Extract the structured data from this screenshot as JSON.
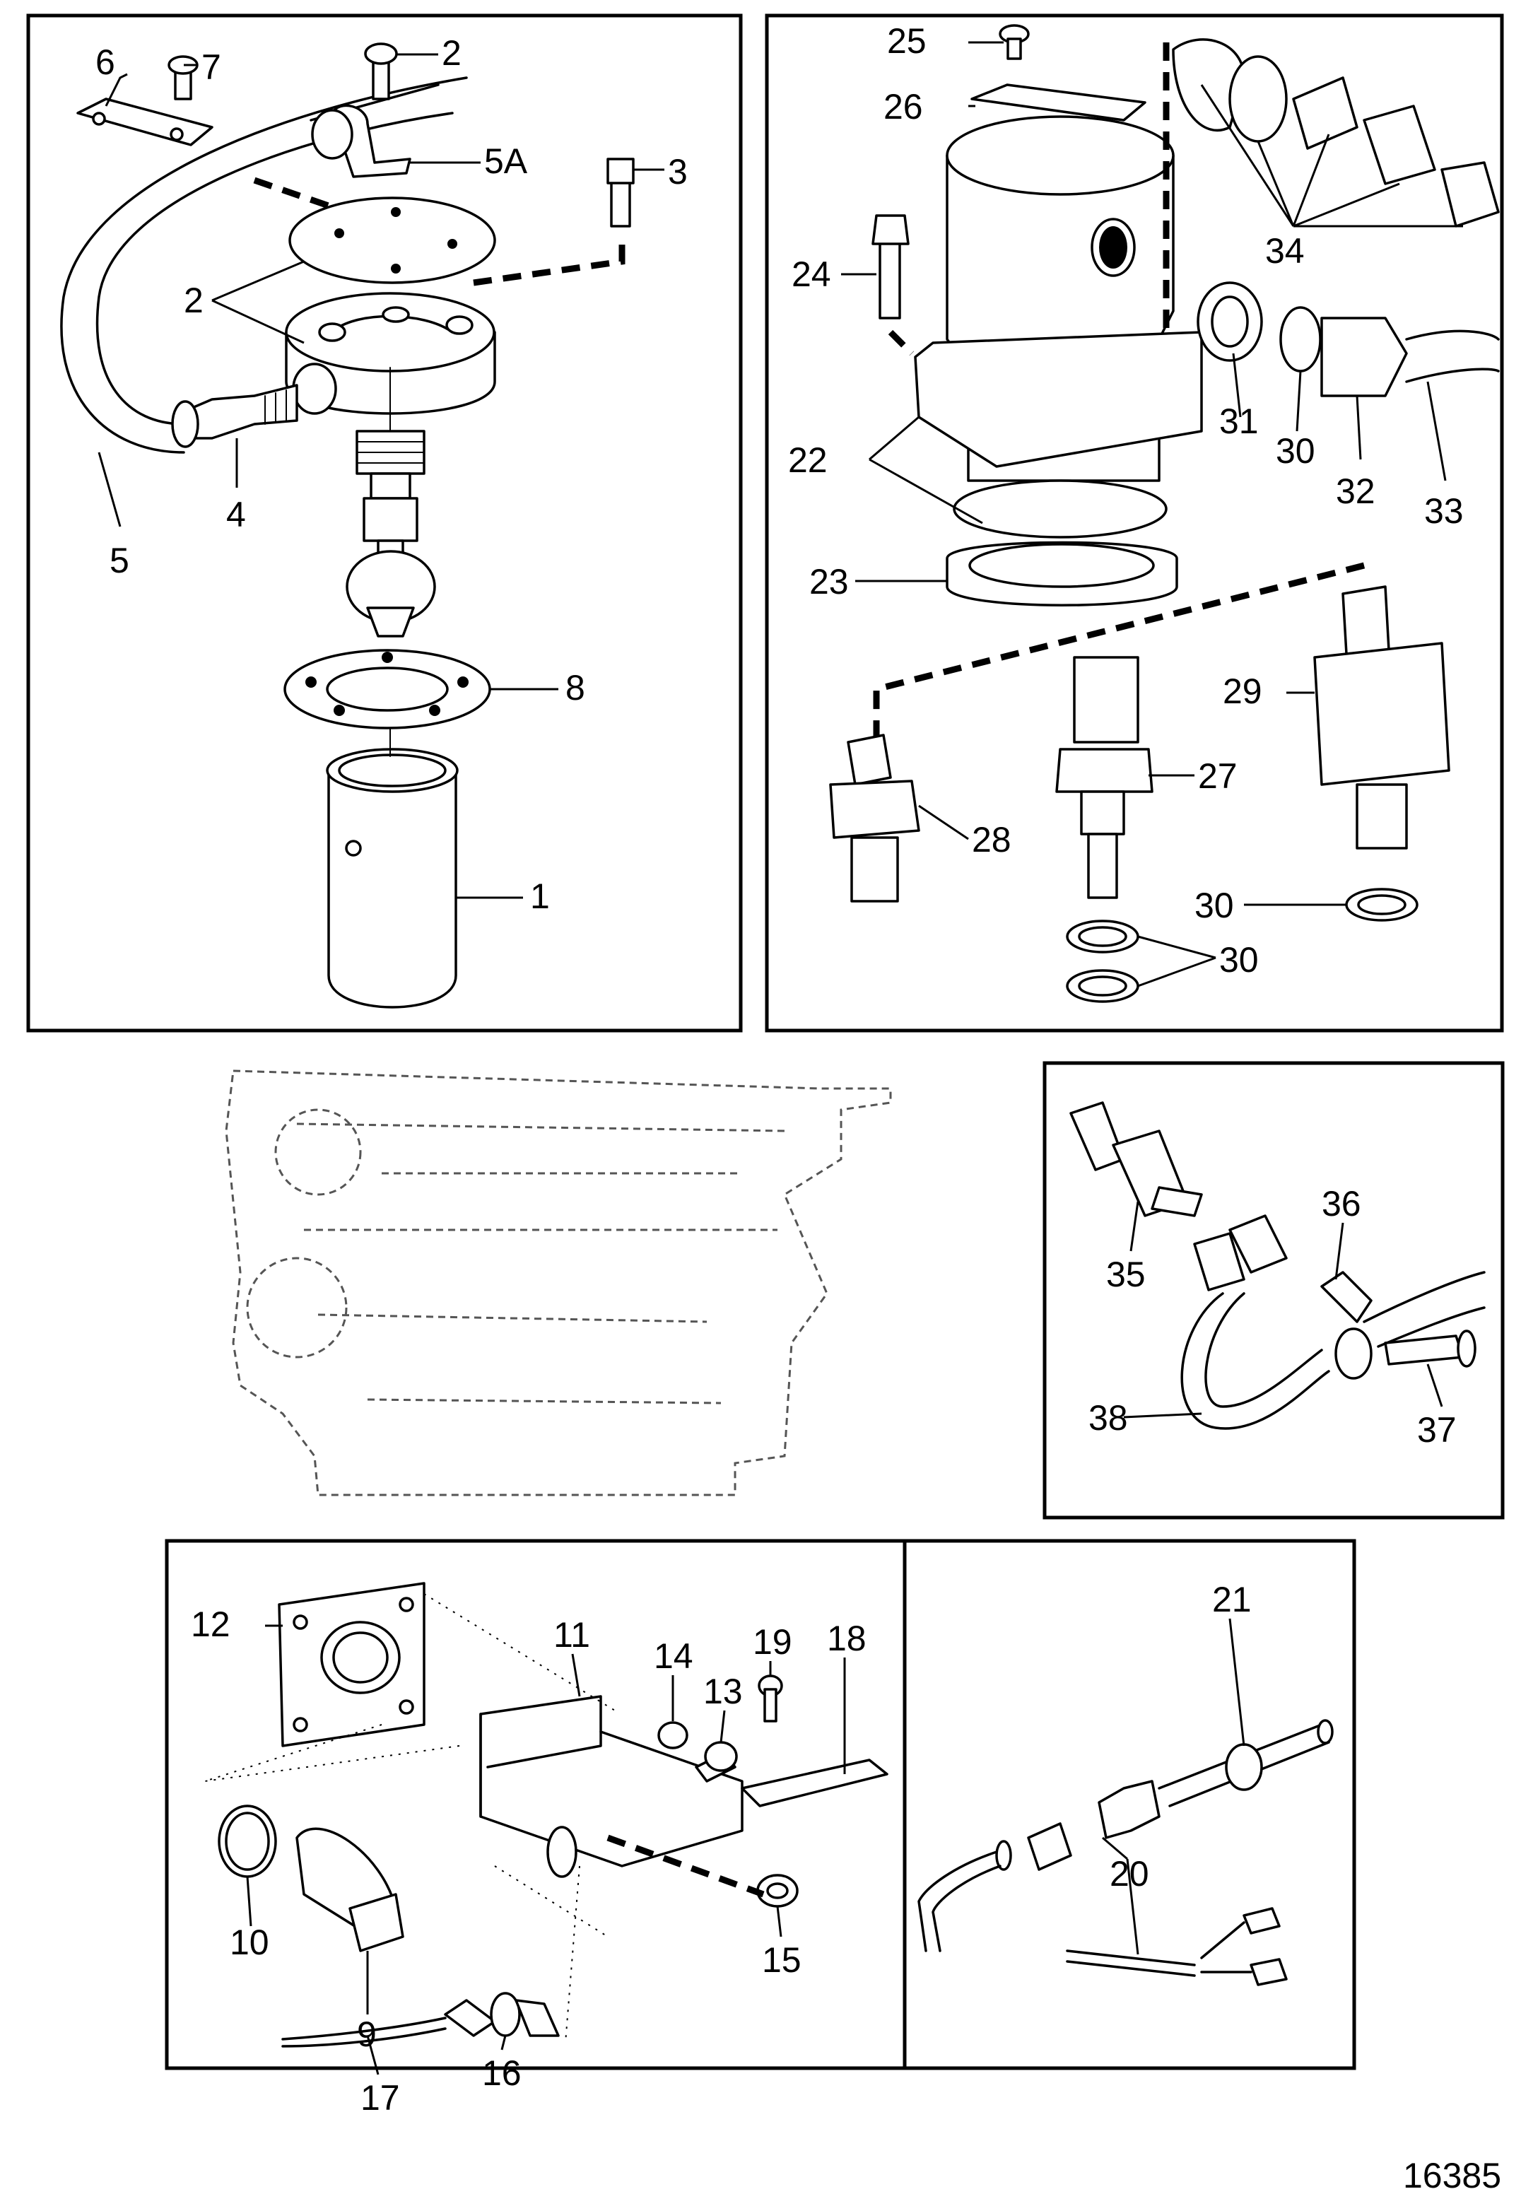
{
  "figure_number": "16385",
  "panels": [
    {
      "id": "top-left",
      "callouts": [
        "1",
        "2",
        "2",
        "3",
        "4",
        "5",
        "5A",
        "6",
        "7",
        "8"
      ]
    },
    {
      "id": "top-right",
      "callouts": [
        "22",
        "23",
        "24",
        "25",
        "26",
        "27",
        "28",
        "29",
        "30",
        "30",
        "30",
        "31",
        "32",
        "33",
        "34"
      ]
    },
    {
      "id": "middle-right",
      "callouts": [
        "35",
        "36",
        "37",
        "38"
      ]
    },
    {
      "id": "bottom-left",
      "callouts": [
        "9",
        "10",
        "11",
        "12",
        "13",
        "14",
        "15",
        "16",
        "17",
        "18",
        "19"
      ]
    },
    {
      "id": "bottom-right",
      "callouts": [
        "20",
        "21"
      ]
    }
  ]
}
